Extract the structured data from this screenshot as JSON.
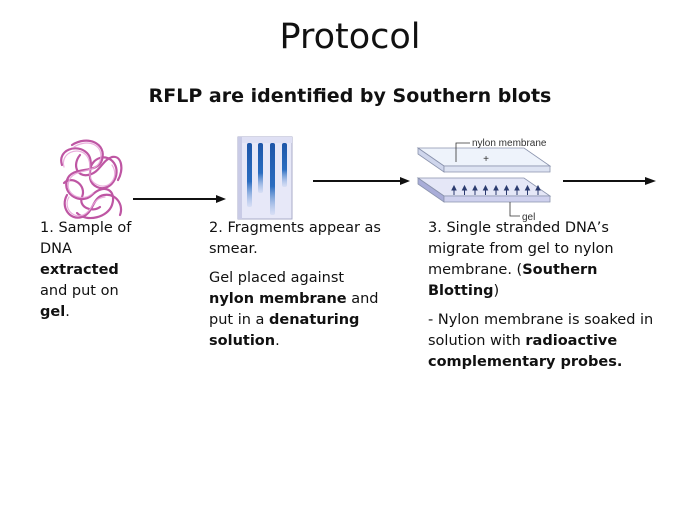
{
  "slide": {
    "title": "Protocol",
    "subtitle": "RFLP are identified by Southern blots"
  },
  "figures": {
    "dna_coil": {
      "name": "DNA sample",
      "color": "#c45aa8"
    },
    "gel": {
      "name": "Gel with fragment smears",
      "lanes": 4,
      "lane_color": "#2a5fb0"
    },
    "blot": {
      "labels": {
        "membrane": "nylon membrane",
        "gel": "gel",
        "plus": "+"
      },
      "arrow_count": 9
    }
  },
  "steps": [
    {
      "number": "1.",
      "paragraphs": [
        [
          {
            "text": "1. Sample of DNA ",
            "bold": false
          },
          {
            "text": "extracted",
            "bold": true
          },
          {
            "text": " and put on ",
            "bold": false
          },
          {
            "text": "gel",
            "bold": true
          },
          {
            "text": ".",
            "bold": false
          }
        ]
      ]
    },
    {
      "number": "2.",
      "paragraphs": [
        [
          {
            "text": "2. Fragments appear as smear.",
            "bold": false
          }
        ],
        [
          {
            "text": "Gel  placed against ",
            "bold": false
          },
          {
            "text": "nylon membrane",
            "bold": true
          },
          {
            "text": " and put in a ",
            "bold": false
          },
          {
            "text": "denaturing solution",
            "bold": true
          },
          {
            "text": ".",
            "bold": false
          }
        ]
      ]
    },
    {
      "number": "3.",
      "paragraphs": [
        [
          {
            "text": "3. Single stranded DNA’s migrate from gel to nylon membrane. (",
            "bold": false
          },
          {
            "text": "Southern Blotting",
            "bold": true
          },
          {
            "text": ")",
            "bold": false
          }
        ],
        [
          {
            "text": "- Nylon membrane is soaked in solution with ",
            "bold": false
          },
          {
            "text": "radioactive complementary probes.",
            "bold": true
          }
        ]
      ]
    }
  ],
  "arrows": [
    {
      "from": "step-1",
      "to": "step-2"
    },
    {
      "from": "step-2",
      "to": "step-3"
    },
    {
      "from": "step-3",
      "to": "next"
    }
  ]
}
